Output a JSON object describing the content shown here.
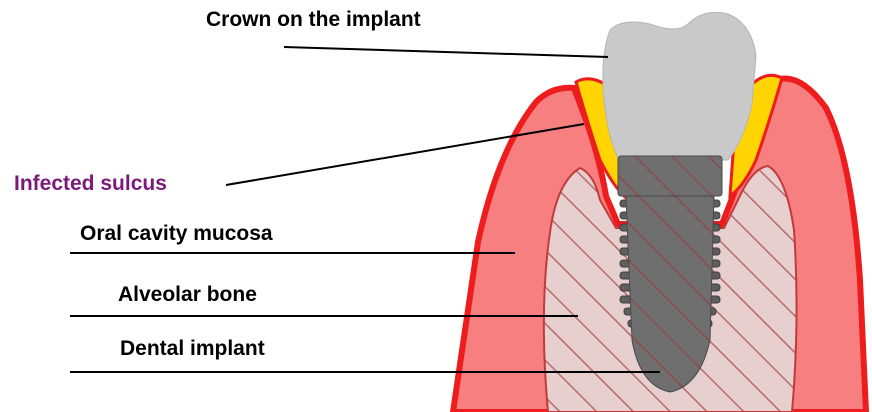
{
  "labels": {
    "crown": "Crown on the implant",
    "infected_sulcus": "Infected sulcus",
    "oral_mucosa": "Oral cavity mucosa",
    "alveolar_bone": "Alveolar bone",
    "dental_implant": "Dental implant"
  },
  "colors": {
    "gum_fill": "#f77f80",
    "gum_outline": "#ee1c1c",
    "sulcus": "#ffd400",
    "bone_fill": "#e7cfcf",
    "bone_hatch": "#b76a6a",
    "crown": "#c9c9c9",
    "implant": "#6f6f6f",
    "infected_label": "#7b1a7b",
    "leader": "#000000"
  }
}
